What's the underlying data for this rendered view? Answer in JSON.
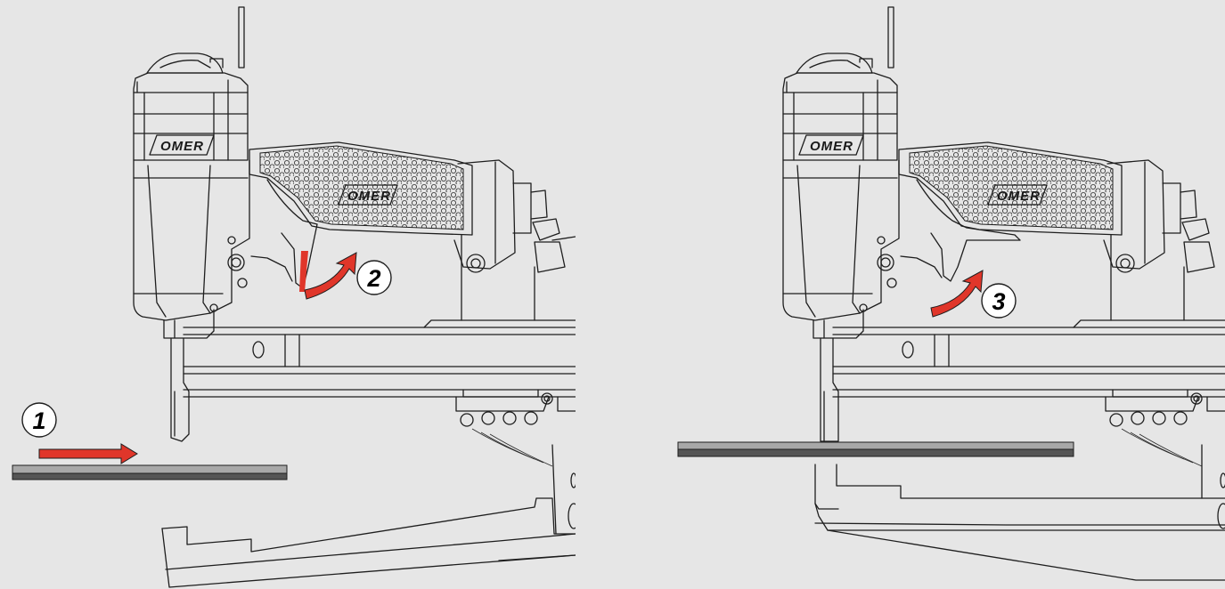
{
  "brand": {
    "logo_text": "OMER"
  },
  "steps": [
    {
      "number": "1"
    },
    {
      "number": "2"
    },
    {
      "number": "3"
    }
  ],
  "colors": {
    "background": "#e6e6e6",
    "arrow": "#e0362a",
    "outline": "#1e1e1e",
    "workpiece_top": "#a8a8a8",
    "workpiece_bottom": "#555555"
  },
  "icons": {
    "push_arrow": "right-arrow-icon",
    "pull_arrow": "curved-arrow-icon"
  }
}
